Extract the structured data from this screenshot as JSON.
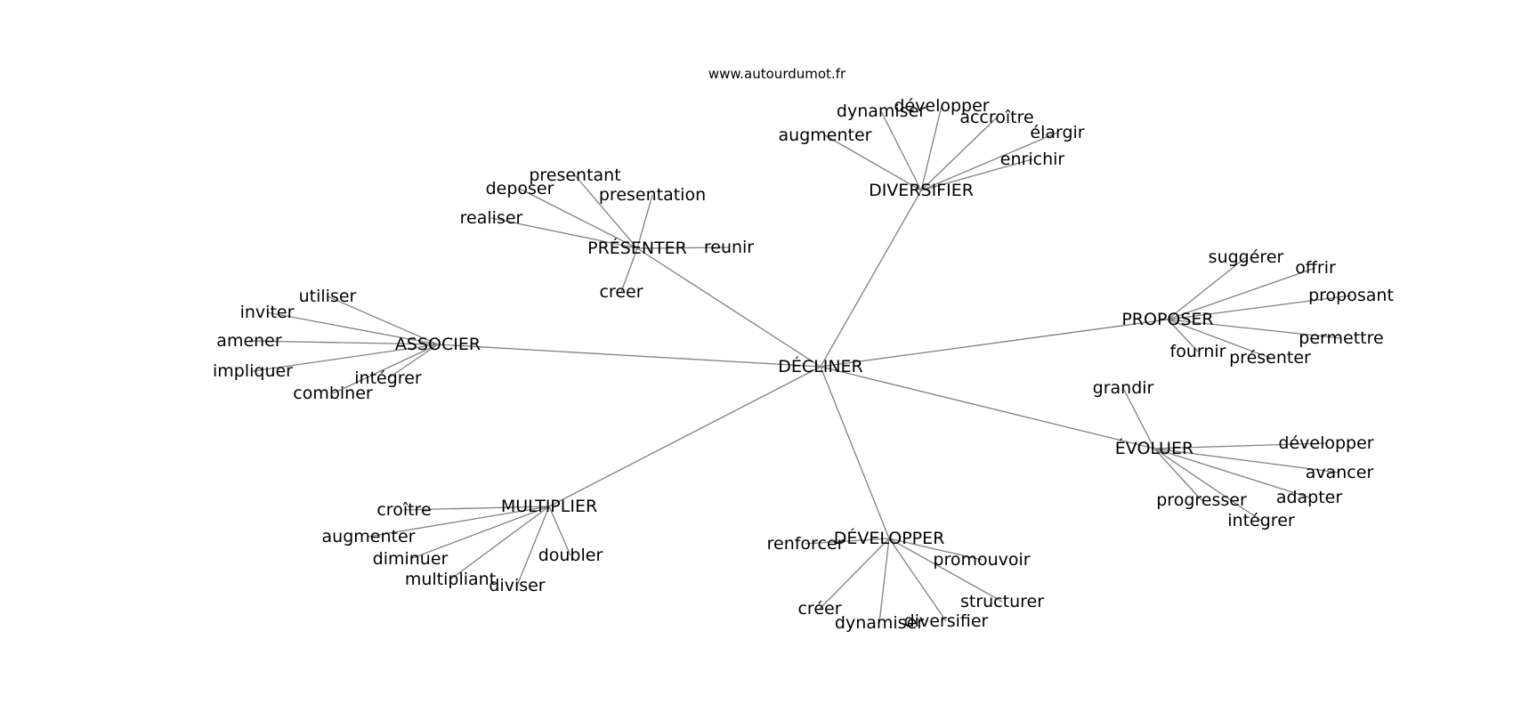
{
  "site": "www.autourdumot.fr",
  "graph": {
    "center": "DÉCLINER",
    "hubs": [
      {
        "id": "diversifier",
        "label": "DIVERSIFIER",
        "words": [
          "augmenter",
          "dynamiser",
          "développer",
          "accroître",
          "élargir",
          "enrichir"
        ]
      },
      {
        "id": "presenter",
        "label": "PRÉSENTER",
        "words": [
          "deposer",
          "presentant",
          "presentation",
          "realiser",
          "reunir",
          "creer"
        ]
      },
      {
        "id": "associer",
        "label": "ASSOCIER",
        "words": [
          "utiliser",
          "inviter",
          "amener",
          "impliquer",
          "intégrer",
          "combiner"
        ]
      },
      {
        "id": "proposer",
        "label": "PROPOSER",
        "words": [
          "suggérer",
          "offrir",
          "proposant",
          "permettre",
          "fournir",
          "présenter"
        ]
      },
      {
        "id": "evoluer",
        "label": "ÉVOLUER",
        "words": [
          "grandir",
          "développer",
          "avancer",
          "adapter",
          "progresser",
          "intégrer"
        ]
      },
      {
        "id": "multiplier",
        "label": "MULTIPLIER",
        "words": [
          "croître",
          "augmenter",
          "diminuer",
          "multipliant",
          "diviser",
          "doubler"
        ]
      },
      {
        "id": "developper",
        "label": "DÉVELOPPER",
        "words": [
          "renforcer",
          "promouvoir",
          "créer",
          "dynamiser",
          "diversifier",
          "structurer"
        ]
      }
    ]
  }
}
